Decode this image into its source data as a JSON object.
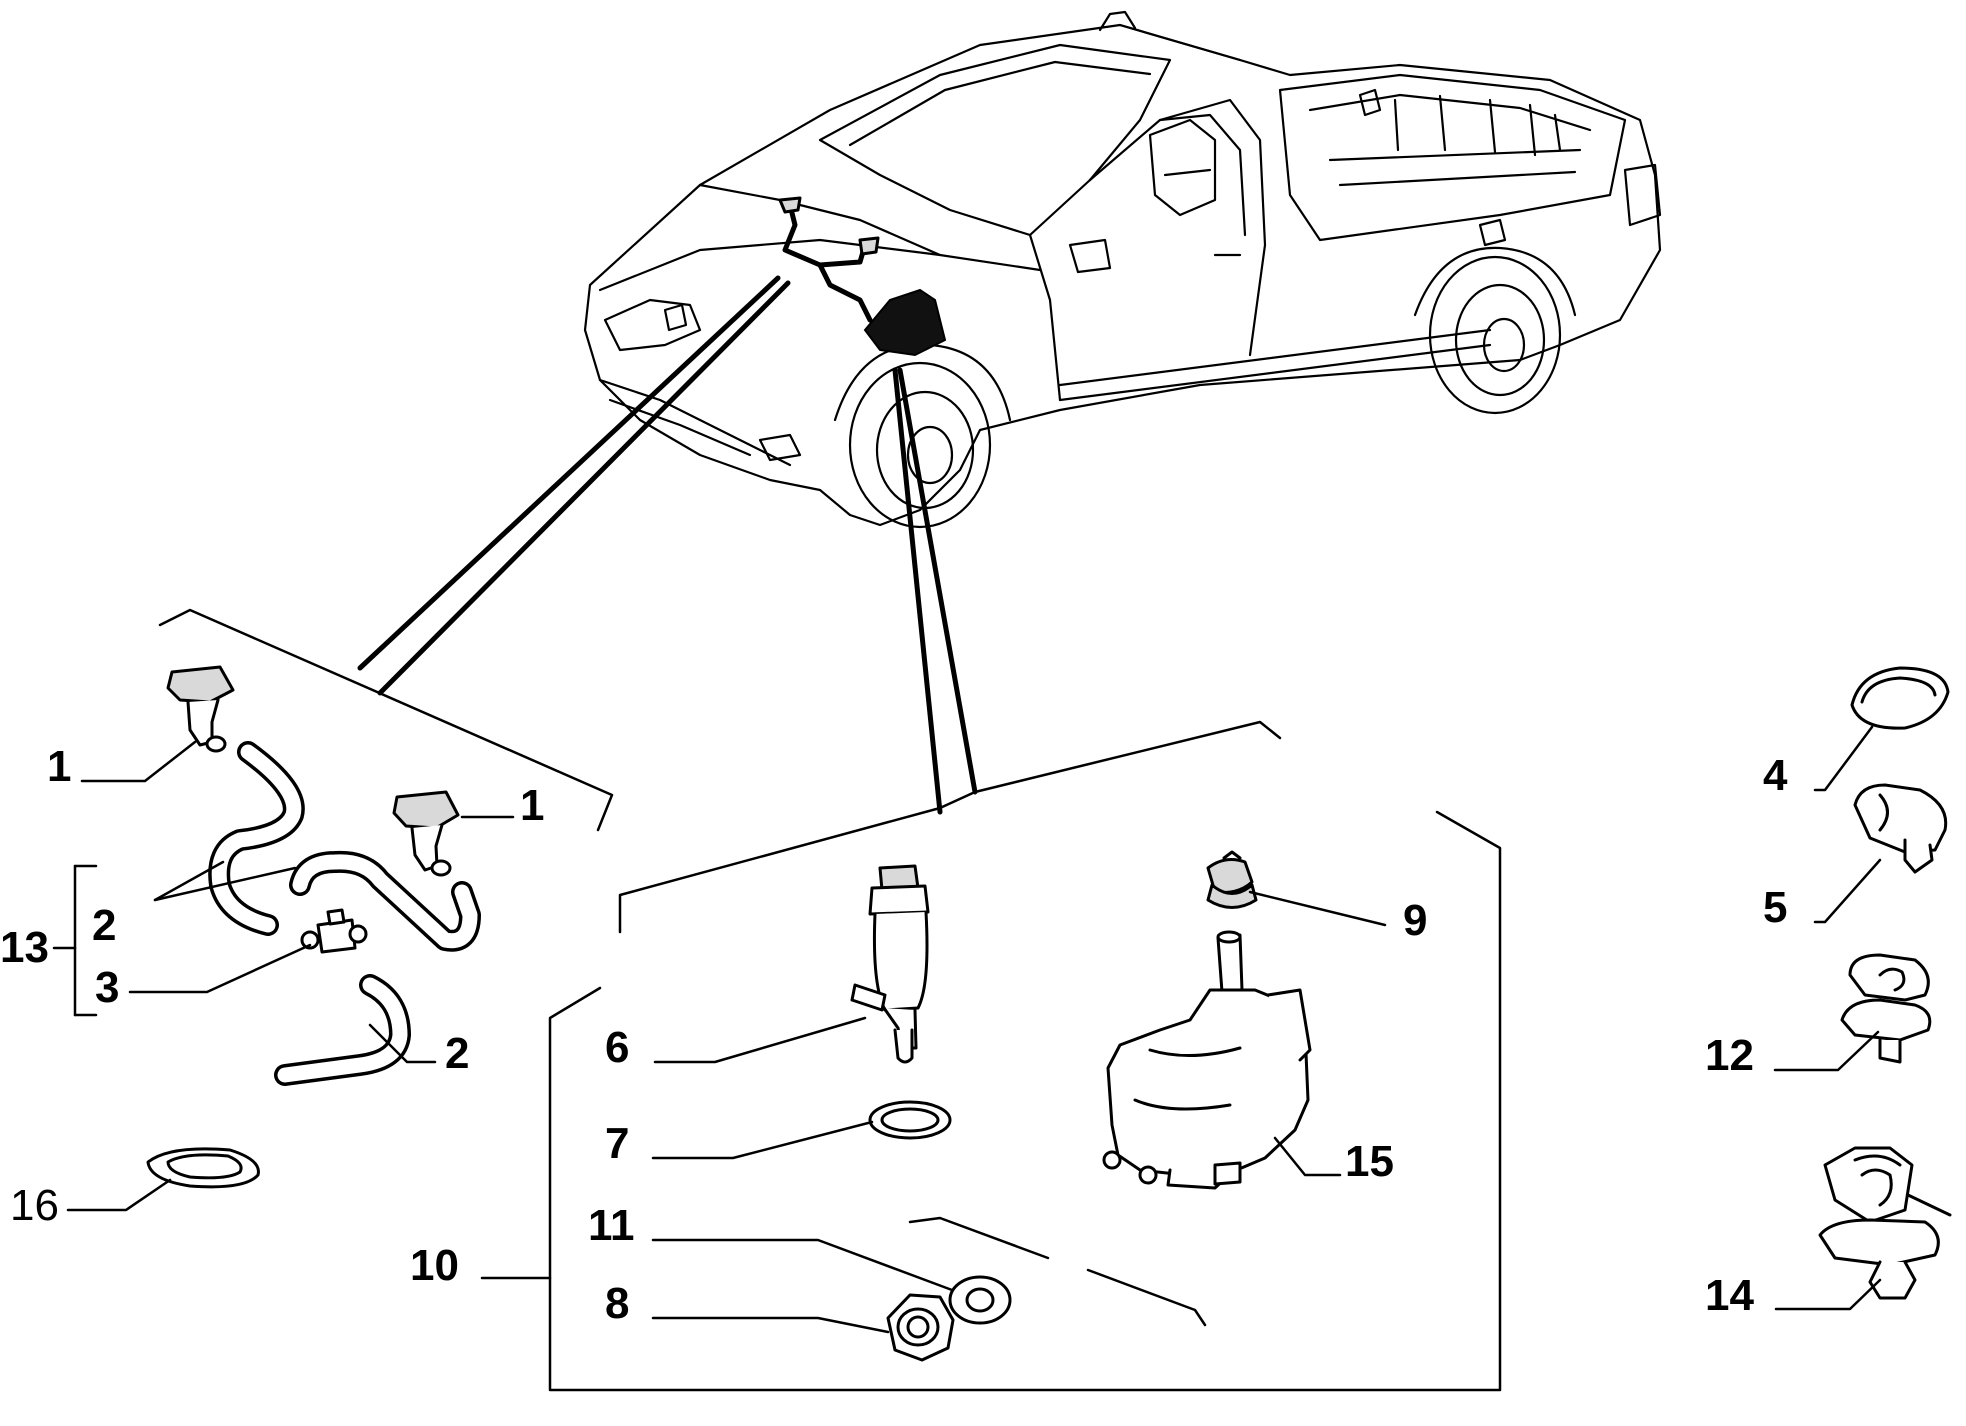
{
  "diagram": {
    "subject": "Windscreen washer system",
    "callouts": {
      "c1a": "1",
      "c1b": "1",
      "c2a": "2",
      "c2b": "2",
      "c3": "3",
      "c4": "4",
      "c5": "5",
      "c6": "6",
      "c7": "7",
      "c8": "8",
      "c9": "9",
      "c10": "10",
      "c11": "11",
      "c12": "12",
      "c13": "13",
      "c14": "14",
      "c15": "15",
      "c16": "16"
    }
  }
}
